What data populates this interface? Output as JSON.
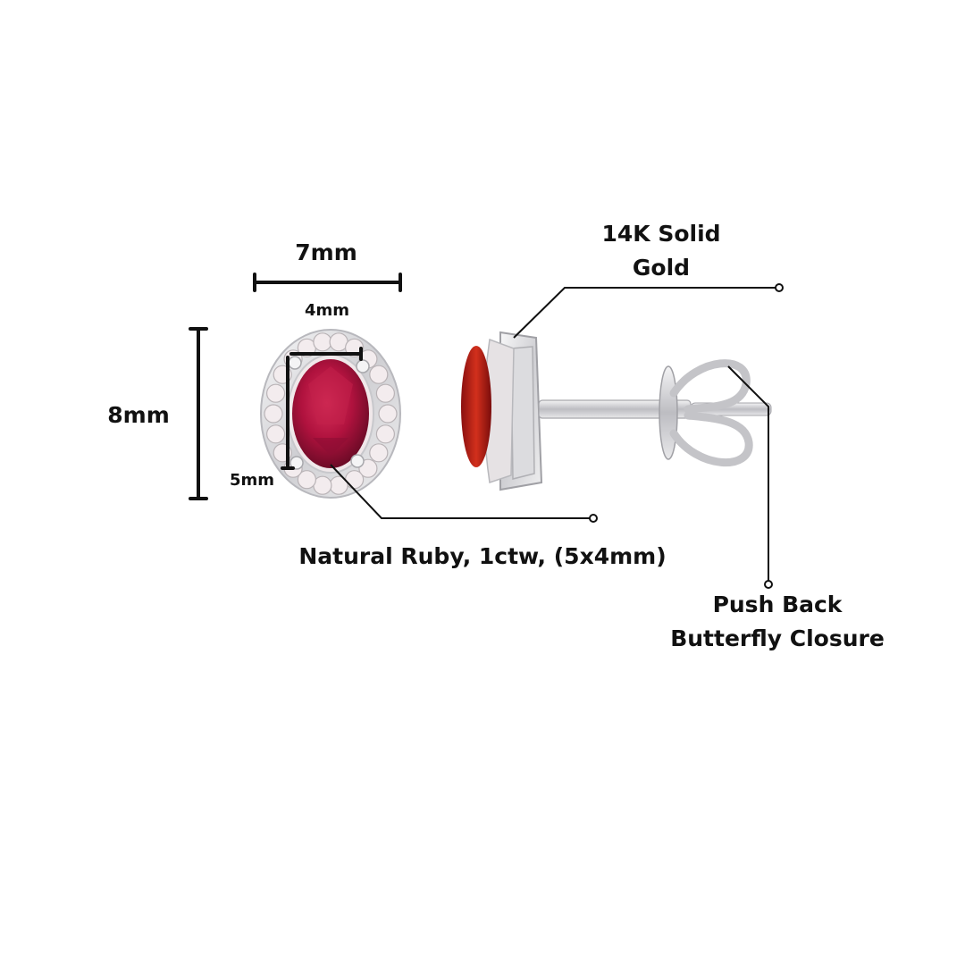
{
  "dimensions": {
    "width": "7mm",
    "height": "8mm",
    "stone_width": "4mm",
    "stone_height": "5mm"
  },
  "callouts": {
    "metal": [
      "14K Solid",
      "Gold"
    ],
    "stone": "Natural Ruby, 1ctw, (5x4mm)",
    "closure": [
      "Push Back",
      "Butterfly Closure"
    ]
  },
  "colors": {
    "ruby": "#b0123e",
    "ruby_side": "#c2202a",
    "metal": "#e4e4e6",
    "accent_lines": "#111111"
  }
}
